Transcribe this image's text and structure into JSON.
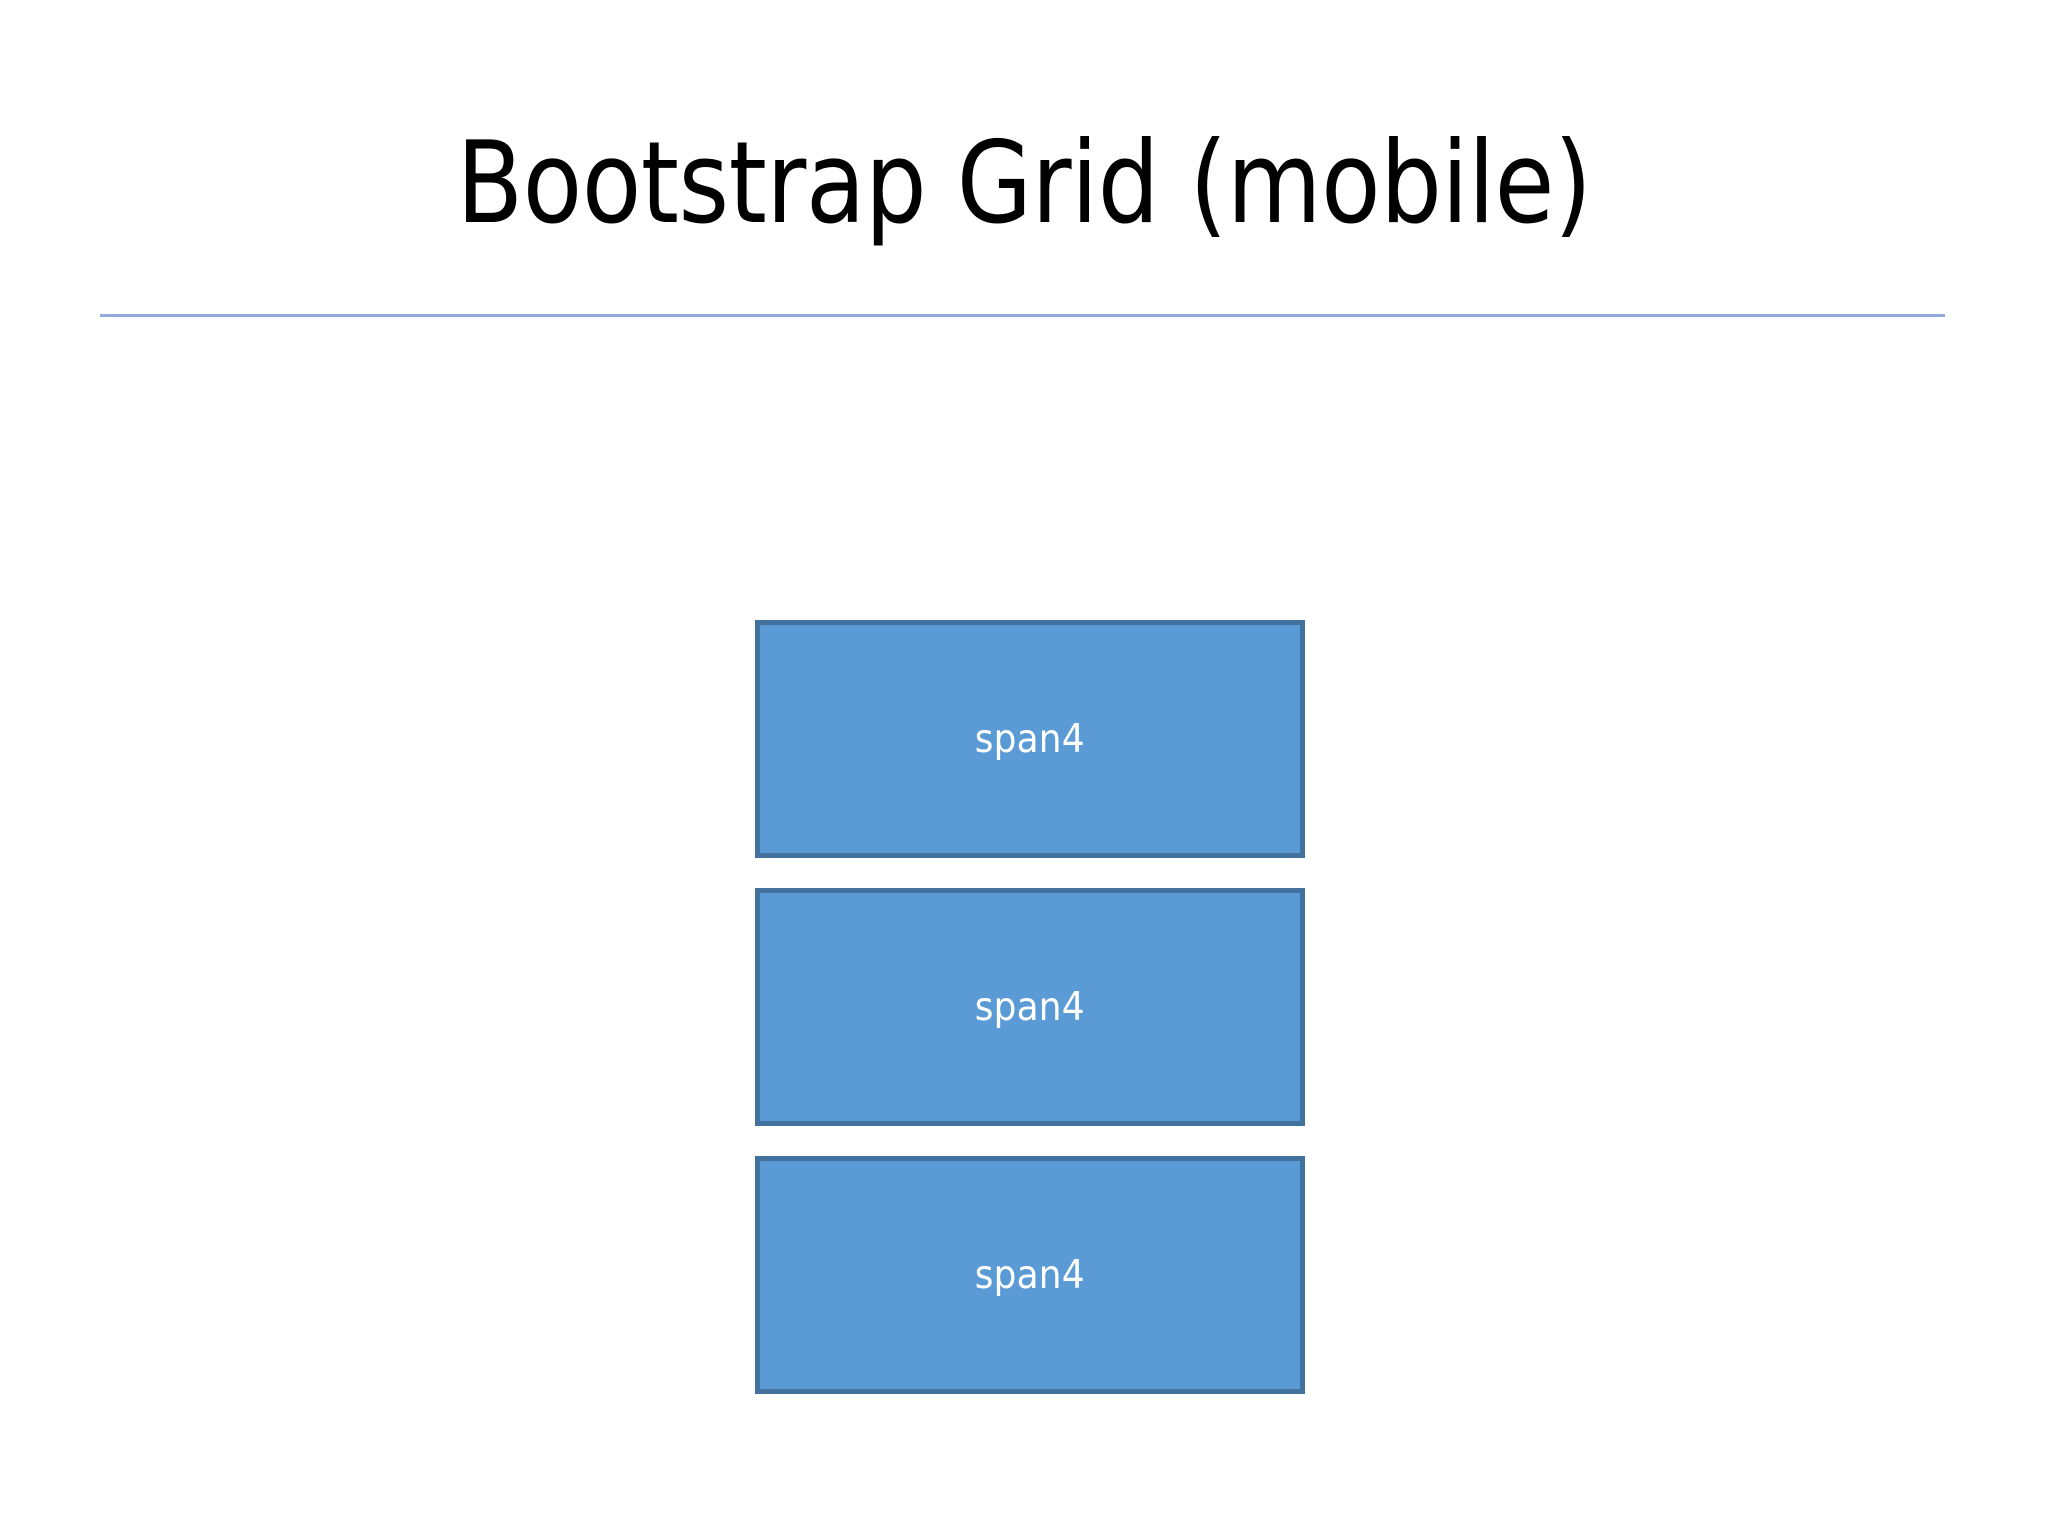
{
  "slide": {
    "title": "Bootstrap Grid (mobile)",
    "background_color": "#ffffff",
    "title_color": "#000000",
    "divider_color": "#8faadc"
  },
  "grid": {
    "box_fill_color": "#5b9bd5",
    "box_border_color": "#41719c",
    "box_label_color": "#ffffff",
    "boxes": [
      {
        "label": "span4"
      },
      {
        "label": "span4"
      },
      {
        "label": "span4"
      }
    ]
  }
}
